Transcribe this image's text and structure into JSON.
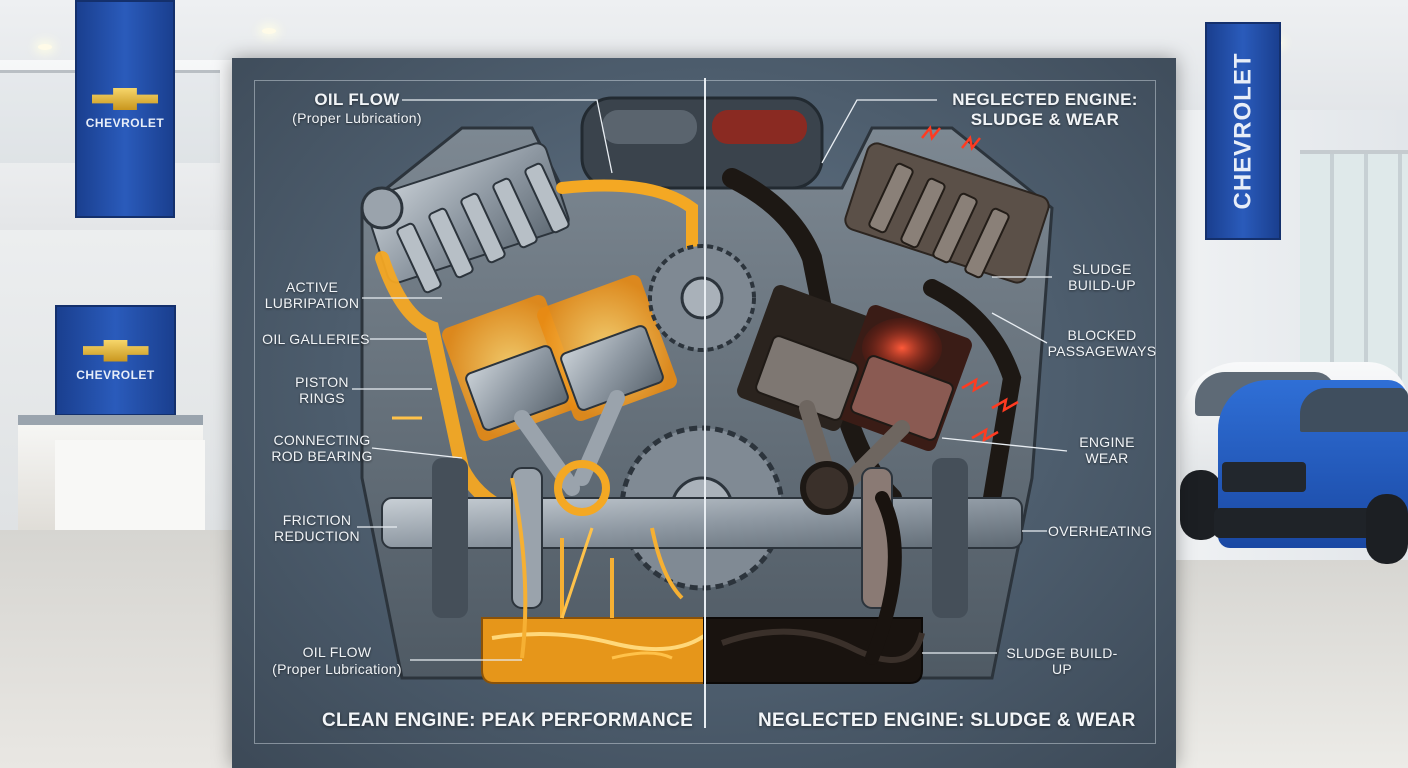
{
  "background": {
    "brand_word": "CHEVROLET",
    "accent_blue": "#1a3f8f",
    "brand_gold": "#e0b23a"
  },
  "poster": {
    "colors": {
      "clean_oil": "#f2a21e",
      "sludge": "#1a1512",
      "damage_red": "#e2331d",
      "label_text": "#f1f4f7"
    },
    "left": {
      "top_label": {
        "title": "OIL FLOW",
        "subtitle": "(Proper Lubrication)"
      },
      "labels": [
        {
          "line1": "ACTIVE",
          "line2": "LUBRIPATION"
        },
        {
          "line1": "OIL GALLERIES",
          "line2": ""
        },
        {
          "line1": "PISTON",
          "line2": "RINGS"
        },
        {
          "line1": "CONNECTING",
          "line2": "ROD BEARING"
        },
        {
          "line1": "FRICTION",
          "line2": "REDUCTION"
        }
      ],
      "bottom_label": {
        "title": "OIL FLOW",
        "subtitle": "(Proper Lubrication)"
      },
      "footer": "CLEAN ENGINE: PEAK PERFORMANCE"
    },
    "right": {
      "top_label": {
        "line1": "NEGLECTED ENGINE:",
        "line2": "SLUDGE & WEAR"
      },
      "labels": [
        {
          "line1": "SLUDGE",
          "line2": "BUILD-UP"
        },
        {
          "line1": "BLOCKED",
          "line2": "PASSAGEWAYS"
        },
        {
          "line1": "ENGINE",
          "line2": "WEAR"
        },
        {
          "line1": "OVERHEATING",
          "line2": ""
        },
        {
          "line1": "SLUDGE BUILD-UP",
          "line2": ""
        }
      ],
      "footer": "NEGLECTED ENGINE: SLUDGE & WEAR"
    }
  }
}
